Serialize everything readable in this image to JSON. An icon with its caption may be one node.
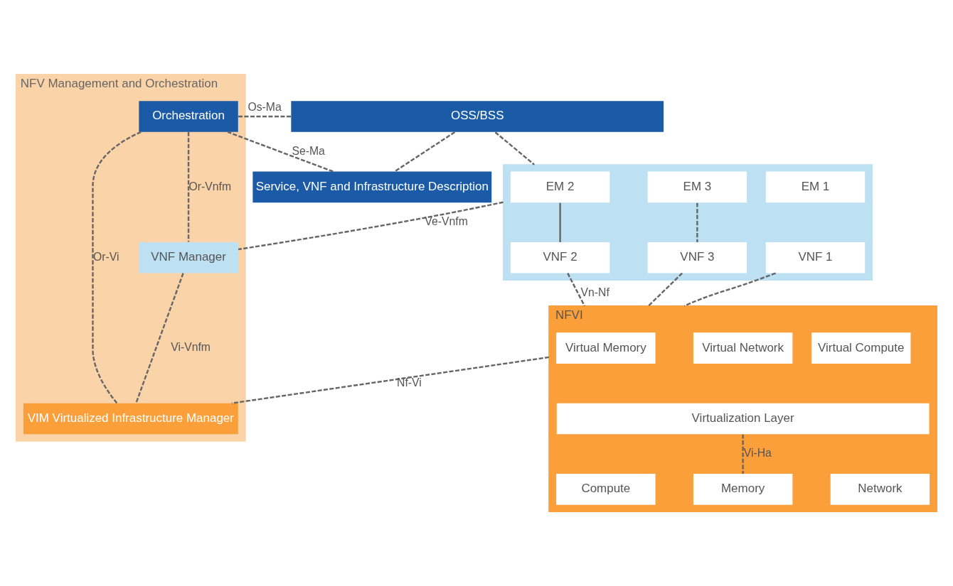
{
  "diagram": {
    "nodes": [
      {
        "text": [
          "NFV Management and Orchestration"
        ]
      },
      {
        "text": [
          "Orchestration"
        ],
        "in": 0
      },
      {
        "text": [
          "VNF Manager"
        ],
        "in": 0
      },
      {
        "text": [
          "VIM Virtualized Infrastructure Manager"
        ],
        "in": 0
      },
      {
        "text": [
          "OSS/BSS"
        ]
      },
      {
        "text": [
          "Service, VNF and Infrastructure Description"
        ]
      },
      {
        "text": [],
        "shape": "box"
      },
      {
        "text": [
          "EM 1"
        ],
        "in": 6
      },
      {
        "text": [
          "EM 2"
        ],
        "in": 6
      },
      {
        "text": [
          "EM 3"
        ],
        "in": 6
      },
      {
        "text": [
          "VNF 1"
        ],
        "in": 6
      },
      {
        "text": [
          "VNF 2"
        ],
        "in": 6
      },
      {
        "text": [
          "VNF 3"
        ],
        "in": 6
      },
      {
        "text": [
          "NFVI"
        ]
      },
      {
        "text": [
          "Virtual Compute"
        ],
        "in": 13
      },
      {
        "text": [
          "Virtual Memory"
        ],
        "in": 13
      },
      {
        "text": [
          "Virtual Network"
        ],
        "in": 13
      },
      {
        "text": [
          "Virtualization Layer"
        ],
        "in": 13
      },
      {
        "text": [
          "Compute"
        ],
        "in": 13
      },
      {
        "text": [
          "Memory"
        ],
        "in": 13
      },
      {
        "text": [
          "Network"
        ],
        "in": 13
      }
    ],
    "edges": [
      {
        "from": 4,
        "to": 1,
        "arrow": "none",
        "label": "Os-Ma",
        "style": "dashed"
      },
      {
        "from": 5,
        "to": 1,
        "arrow": "none",
        "label": "Se-Ma",
        "style": "dashed"
      },
      {
        "from": 4,
        "to": 5,
        "arrow": "none",
        "style": "dashed"
      },
      {
        "from": 4,
        "to": 6,
        "arrow": "none",
        "style": "dashed"
      },
      {
        "from": 1,
        "to": 2,
        "arrow": "none",
        "label": "Or-Vnfm",
        "style": "dashed"
      },
      {
        "from": 6,
        "to": 2,
        "arrow": "none",
        "label": "Ve-Vnfm",
        "style": "dashed"
      },
      {
        "from": 8,
        "to": 11,
        "arrow": "none"
      },
      {
        "from": 9,
        "to": 12,
        "arrow": "none",
        "style": "dashed"
      },
      {
        "from": 10,
        "to": 13,
        "arrow": "none",
        "style": "dashed"
      },
      {
        "from": 11,
        "to": 13,
        "arrow": "none",
        "label": "Vn-Nf",
        "style": "dashed"
      },
      {
        "from": 12,
        "to": 13,
        "arrow": "none",
        "style": "dashed"
      },
      {
        "from": 17,
        "to": 19,
        "arrow": "none",
        "label": "Vi-Ha",
        "style": "dashed"
      },
      {
        "from": 2,
        "to": 3,
        "arrow": "none",
        "label": "Vi-Vnfm",
        "style": "dashed"
      },
      {
        "from": 13,
        "to": 3,
        "arrow": "none",
        "label": "Nf-Vi",
        "style": "dashed"
      },
      {
        "from": 1,
        "to": 3,
        "arrow": "none",
        "label": "Or-Vi",
        "style": "dashed"
      }
    ]
  }
}
